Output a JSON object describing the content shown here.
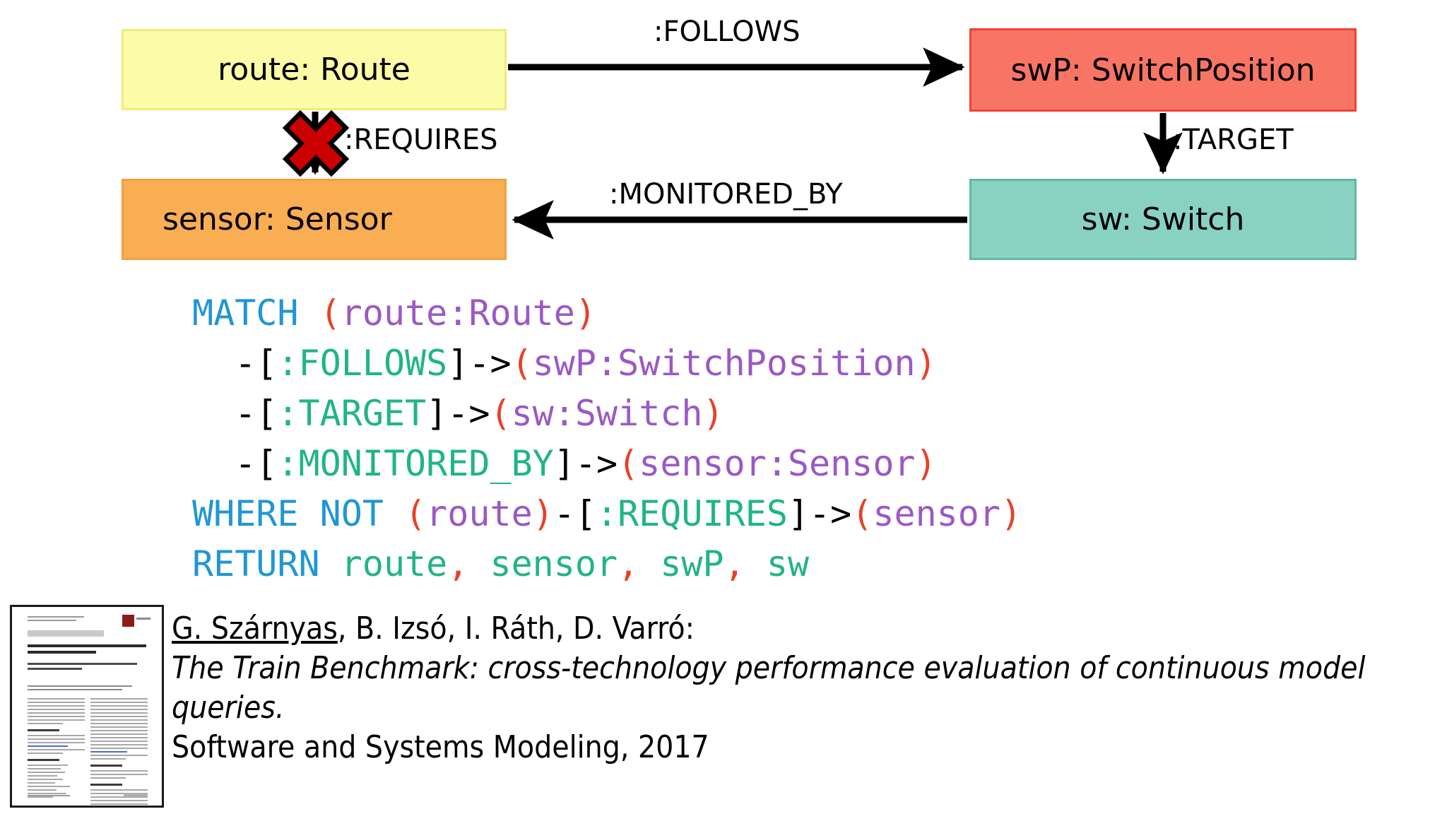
{
  "diagram": {
    "nodes": [
      {
        "id": "route",
        "label": "route: Route",
        "fill": "#fcfca8",
        "stroke": "#eded7a"
      },
      {
        "id": "swP",
        "label": "swP: SwitchPosition",
        "fill": "#f87566",
        "stroke": "#ef4433"
      },
      {
        "id": "sensor",
        "label": "sensor: Sensor",
        "fill": "#f9ae54",
        "stroke": "#f0a142"
      },
      {
        "id": "sw",
        "label": "sw: Switch",
        "fill": "#89d2c2",
        "stroke": "#5fb8a5"
      }
    ],
    "edges": [
      {
        "id": "follows",
        "label": ":FOLLOWS",
        "from": "route",
        "to": "swP",
        "negated": false
      },
      {
        "id": "target",
        "label": ":TARGET",
        "from": "swP",
        "to": "sw",
        "negated": false
      },
      {
        "id": "monitored_by",
        "label": ":MONITORED_BY",
        "from": "sw",
        "to": "sensor",
        "negated": false
      },
      {
        "id": "requires",
        "label": ":REQUIRES",
        "from": "route",
        "to": "sensor",
        "negated": true
      }
    ],
    "negation_marker": "red-x-icon"
  },
  "query": {
    "language": "Cypher",
    "colors": {
      "keyword": "#2196d4",
      "paren": "#e8402a",
      "variable": "#9b59c4",
      "relationship": "#21b583",
      "operator": "#000000"
    },
    "lines": [
      "MATCH (route:Route)",
      "  -[:FOLLOWS]->(swP:SwitchPosition)",
      "  -[:TARGET]->(sw:Switch)",
      "  -[:MONITORED_BY]->(sensor:Sensor)",
      "WHERE NOT (route)-[:REQUIRES]->(sensor)",
      "RETURN route, sensor, swP, sw"
    ],
    "tokens": {
      "l1": {
        "kw": "MATCH",
        "open": "(",
        "var": "route:Route",
        "close": ")"
      },
      "l2": {
        "indent": "  ",
        "dash": "-",
        "lb": "[",
        "rel": ":FOLLOWS",
        "rb": "]",
        "arrow": "->",
        "open": "(",
        "var": "swP:SwitchPosition",
        "close": ")"
      },
      "l3": {
        "indent": "  ",
        "dash": "-",
        "lb": "[",
        "rel": ":TARGET",
        "rb": "]",
        "arrow": "->",
        "open": "(",
        "var": "sw:Switch",
        "close": ")"
      },
      "l4": {
        "indent": "  ",
        "dash": "-",
        "lb": "[",
        "rel": ":MONITORED_BY",
        "rb": "]",
        "arrow": "->",
        "open": "(",
        "var": "sensor:Sensor",
        "close": ")"
      },
      "l5": {
        "kw": "WHERE NOT",
        "open1": "(",
        "var1": "route",
        "close1": ")",
        "dash": "-",
        "lb": "[",
        "rel": ":REQUIRES",
        "rb": "]",
        "arrow": "->",
        "open2": "(",
        "var2": "sensor",
        "close2": ")"
      },
      "l6": {
        "kw": "RETURN",
        "i1": "route",
        "c1": ",",
        "i2": "sensor",
        "c2": ",",
        "i3": "swP",
        "c3": ",",
        "i4": "sw"
      }
    }
  },
  "citation": {
    "authors_underlined": "G. Szárnyas",
    "authors_rest": ", B. Izsó, I. Ráth, D. Varró:",
    "title": "The Train Benchmark: cross-technology performance evaluation of continuous model queries.",
    "venue": "Software and Systems Modeling, 2017"
  },
  "thumbnail": {
    "name": "paper-first-page-thumbnail",
    "alt": "Springer journal article first page"
  }
}
